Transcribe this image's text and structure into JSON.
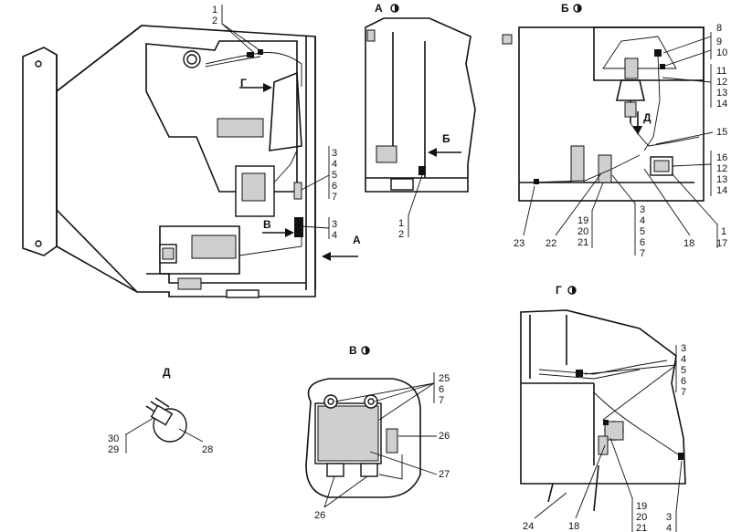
{
  "views": {
    "a": "А",
    "b": "Б",
    "v": "В",
    "g": "Г",
    "d": "Д"
  },
  "main_view": {
    "callout_top": [
      "1",
      "2"
    ],
    "callout_right_a": [
      "3",
      "4",
      "5",
      "6",
      "7"
    ],
    "callout_right_b": [
      "3",
      "4"
    ],
    "arrow_g": "Г",
    "arrow_v": "В",
    "arrow_a": "А"
  },
  "view_a": {
    "arrow_b": "Б",
    "callout": [
      "1",
      "2"
    ]
  },
  "view_b": {
    "arrow_d": "Д",
    "right_top": [
      "8",
      "9",
      "10"
    ],
    "right_mid": [
      "11",
      "12",
      "13",
      "14"
    ],
    "right_15": "15",
    "right_low": [
      "16",
      "12",
      "13",
      "14"
    ],
    "bottom": [
      "23",
      "22",
      "19",
      "20",
      "21",
      "3",
      "4",
      "5",
      "6",
      "7",
      "18",
      "1",
      "17"
    ]
  },
  "view_g": {
    "right_callout": [
      "3",
      "4",
      "5",
      "6",
      "7"
    ],
    "bottom": [
      "24",
      "18",
      "19",
      "20",
      "21",
      "3",
      "4"
    ]
  },
  "view_v": {
    "callout": [
      "25",
      "6",
      "7"
    ],
    "right": [
      "26",
      "27"
    ],
    "bottom": "26"
  },
  "view_d": {
    "left": [
      "30",
      "29"
    ],
    "right": "28"
  }
}
